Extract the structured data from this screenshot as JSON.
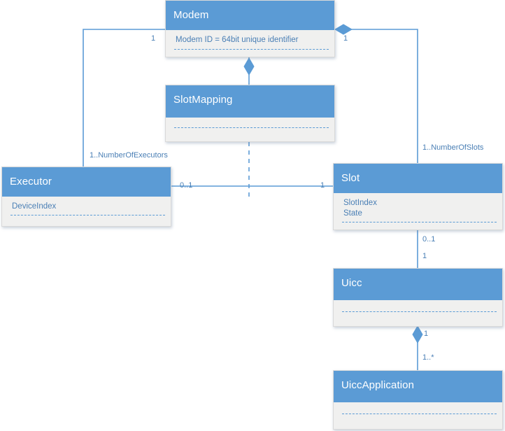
{
  "diagram": {
    "title": "Modem / Slot / Uicc UML class diagram",
    "type": "uml-class-diagram",
    "colors": {
      "header_fill": "#5b9bd5",
      "body_fill": "#f0f0ef",
      "body_border": "#d9d9d9",
      "connector": "#5b9bd5",
      "attribute_text": "#4a7fb5",
      "header_text": "#ffffff",
      "canvas": "#ffffff"
    }
  },
  "classes": [
    {
      "id": "modem",
      "name": "Modem",
      "attributes": [
        "Modem ID = 64bit unique identifier"
      ]
    },
    {
      "id": "slotmapping",
      "name": "SlotMapping",
      "attributes": []
    },
    {
      "id": "executor",
      "name": "Executor",
      "attributes": [
        "DeviceIndex"
      ]
    },
    {
      "id": "slot",
      "name": "Slot",
      "attributes": [
        "SlotIndex",
        "State"
      ]
    },
    {
      "id": "uicc",
      "name": "Uicc",
      "attributes": []
    },
    {
      "id": "uiccapplication",
      "name": "UiccApplication",
      "attributes": []
    }
  ],
  "multiplicities": {
    "modem_to_executor": "1",
    "modem_to_slot": "1",
    "executor_count": "1..NumberOfExecutors",
    "slot_count": "1..NumberOfSlots",
    "slotmapping_executor_end": "0..1",
    "slotmapping_slot_end": "1",
    "slot_uicc_upper": "0..1",
    "slot_uicc_lower": "1",
    "uicc_app_upper": "1",
    "uicc_app_lower": "1..*"
  }
}
